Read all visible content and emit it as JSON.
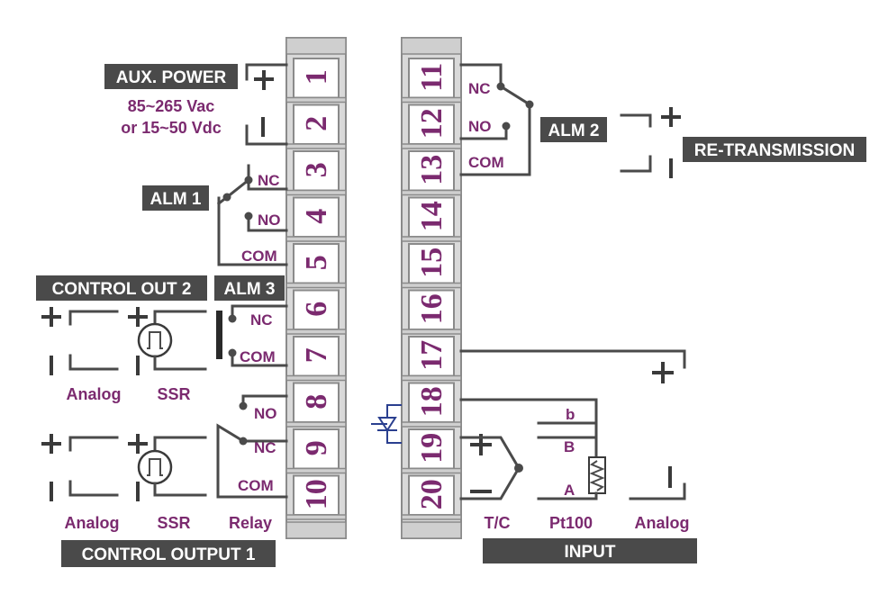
{
  "terminals_left": [
    "1",
    "2",
    "3",
    "4",
    "5",
    "6",
    "7",
    "8",
    "9",
    "10"
  ],
  "terminals_right": [
    "11",
    "12",
    "13",
    "14",
    "15",
    "16",
    "17",
    "18",
    "19",
    "20"
  ],
  "labels": {
    "aux_power": "AUX. POWER",
    "vac": "85~265 Vac",
    "vdc": "or 15~50 Vdc",
    "alm1": "ALM 1",
    "alm2": "ALM 2",
    "alm3": "ALM 3",
    "control_out2": "CONTROL OUT 2",
    "control_output1": "CONTROL OUTPUT 1",
    "re_transmission": "RE-TRANSMISSION",
    "input": "INPUT"
  },
  "contacts": {
    "nc": "NC",
    "no": "NO",
    "com": "COM"
  },
  "output_types": {
    "analog": "Analog",
    "ssr": "SSR",
    "relay": "Relay"
  },
  "input_types": {
    "tc": "T/C",
    "pt100": "Pt100",
    "analog": "Analog"
  },
  "pt100_leads": {
    "b": "b",
    "B": "B",
    "A": "A"
  },
  "colors": {
    "label_box": "#4a4a4a",
    "label_text": "#ffffff",
    "accent_text": "#7b2a6f",
    "wire": "#4a4a4a",
    "diode": "#2a3f8f"
  }
}
